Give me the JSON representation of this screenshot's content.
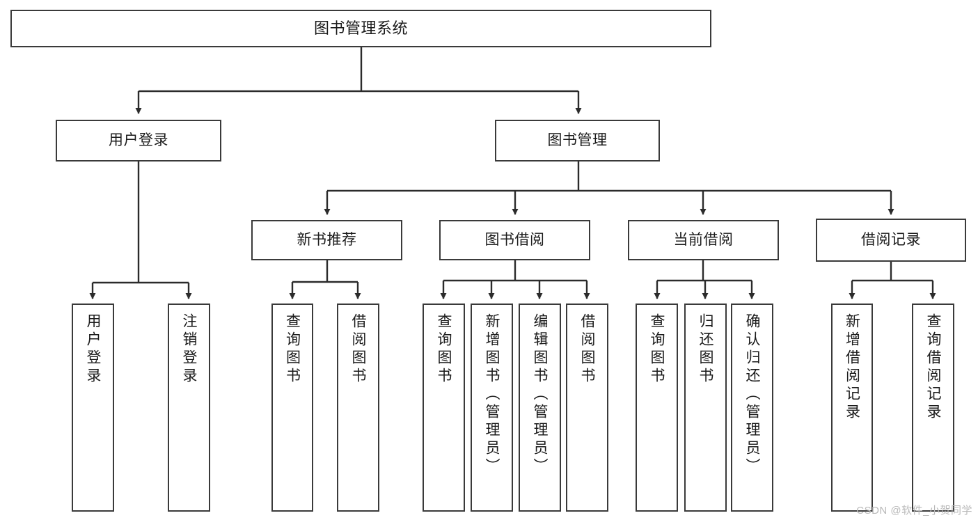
{
  "diagram": {
    "title": "图书管理系统",
    "type": "tree-hierarchy",
    "watermark": "CSDN @软件_小贺同学",
    "colors": {
      "box_border": "#3a3a3a",
      "box_fill": "#ffffff",
      "connector": "#2b2b2b",
      "text": "#1b1b1b",
      "watermark": "#b9b9b9"
    },
    "root": {
      "label": "图书管理系统"
    },
    "level2": [
      {
        "label": "用户登录"
      },
      {
        "label": "图书管理"
      }
    ],
    "level3": [
      {
        "label": "新书推荐"
      },
      {
        "label": "图书借阅"
      },
      {
        "label": "当前借阅"
      },
      {
        "label": "借阅记录"
      }
    ],
    "leaves": {
      "user_login": [
        {
          "label": "用户登录"
        },
        {
          "label": "注销登录"
        }
      ],
      "new_book_recommend": [
        {
          "label": "查询图书"
        },
        {
          "label": "借阅图书"
        }
      ],
      "book_borrow": [
        {
          "label": "查询图书"
        },
        {
          "label": "新增图书（管理员）"
        },
        {
          "label": "编辑图书（管理员）"
        },
        {
          "label": "借阅图书"
        }
      ],
      "current_borrow": [
        {
          "label": "查询图书"
        },
        {
          "label": "归还图书"
        },
        {
          "label": "确认归还（管理员）"
        }
      ],
      "borrow_record": [
        {
          "label": "新增借阅记录"
        },
        {
          "label": "查询借阅记录"
        }
      ]
    }
  }
}
